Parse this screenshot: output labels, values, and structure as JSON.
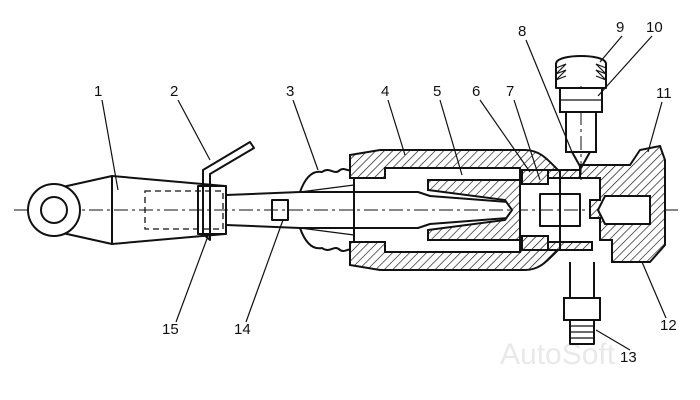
{
  "labels": [
    "1",
    "2",
    "3",
    "4",
    "5",
    "6",
    "7",
    "8",
    "9",
    "10",
    "11",
    "12",
    "13",
    "14",
    "15"
  ],
  "watermark": "AutoSoft"
}
